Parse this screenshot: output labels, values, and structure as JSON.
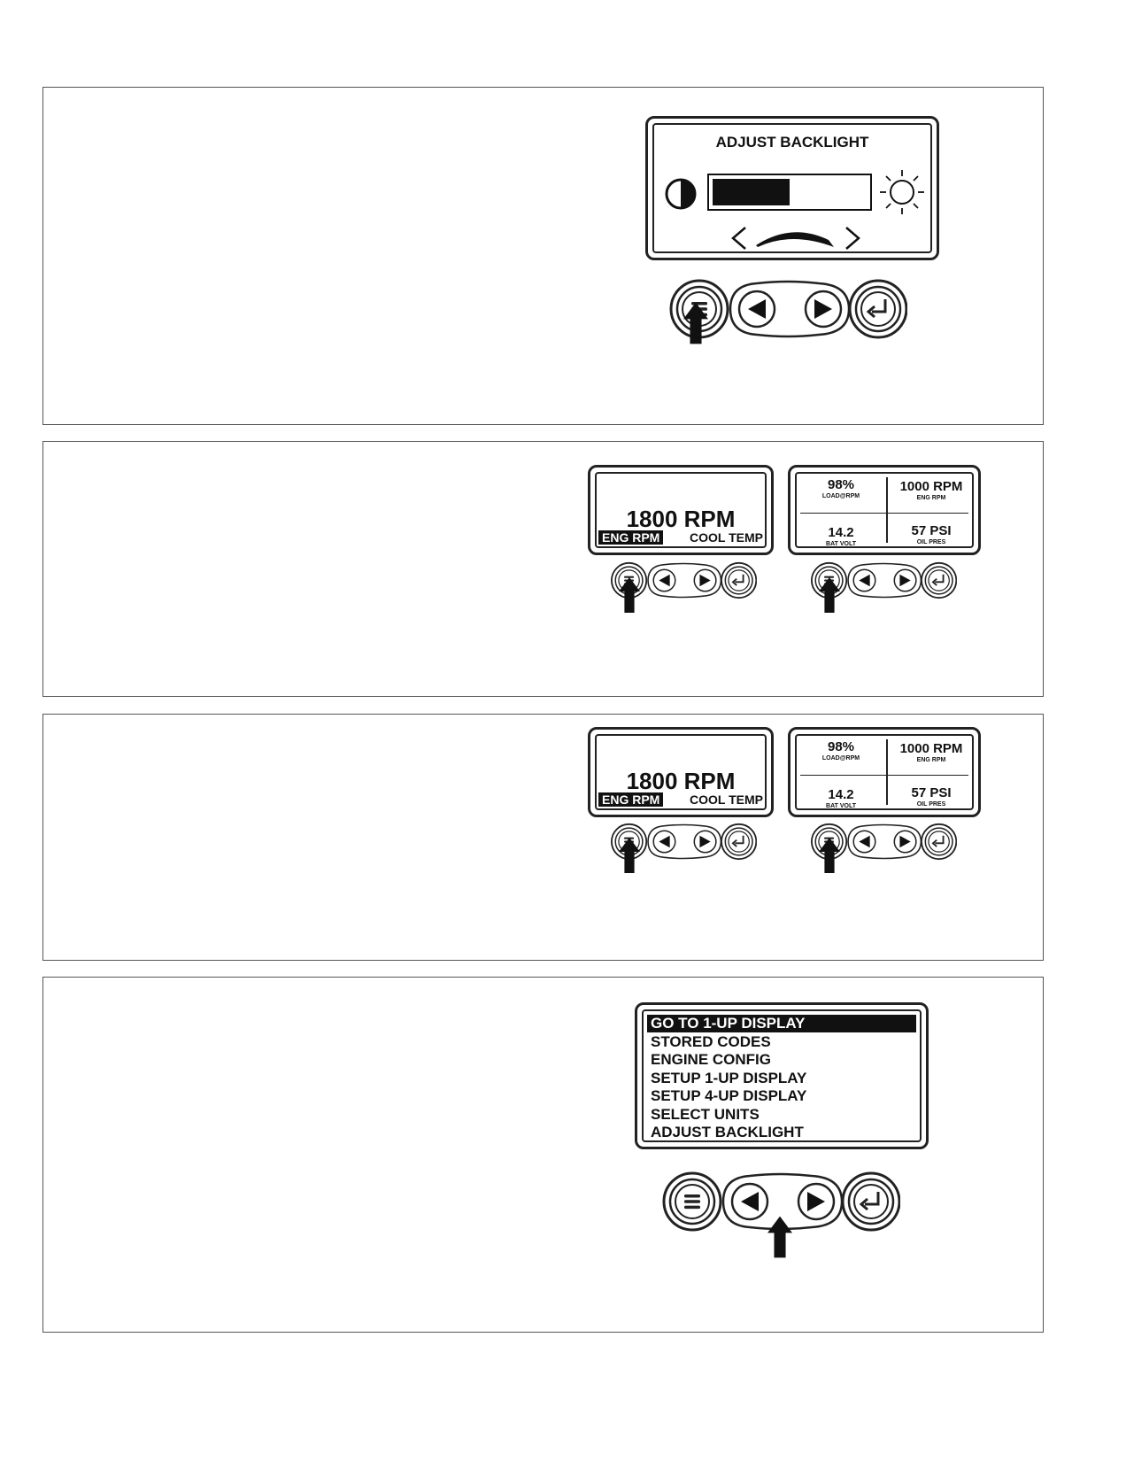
{
  "panel1": {
    "title": "ADJUST BACKLIGHT",
    "backlight_level": 0.5
  },
  "panel2": {
    "oneup": {
      "value": "1800 RPM",
      "left_tab": "ENG RPM",
      "right_tab": "COOL TEMP"
    },
    "fourup": [
      {
        "value": "98%",
        "label": "LOAD@RPM"
      },
      {
        "value": "1000 RPM",
        "label": "ENG RPM"
      },
      {
        "value": "14.2",
        "label": "BAT VOLT"
      },
      {
        "value": "57 PSI",
        "label": "OIL PRES"
      }
    ]
  },
  "panel3": {
    "oneup": {
      "value": "1800 RPM",
      "left_tab": "ENG RPM",
      "right_tab": "COOL TEMP"
    },
    "fourup": [
      {
        "value": "98%",
        "label": "LOAD@RPM"
      },
      {
        "value": "1000 RPM",
        "label": "ENG RPM"
      },
      {
        "value": "14.2",
        "label": "BAT VOLT"
      },
      {
        "value": "57 PSI",
        "label": "OIL PRES"
      }
    ]
  },
  "panel4": {
    "menu": [
      "GO TO 1-UP DISPLAY",
      "STORED CODES",
      "ENGINE CONFIG",
      "SETUP 1-UP DISPLAY",
      "SETUP 4-UP DISPLAY",
      "SELECT UNITS",
      "ADJUST BACKLIGHT"
    ],
    "selected_index": 0
  },
  "icons": [
    "menu-button-icon",
    "left-arrow-icon",
    "right-arrow-icon",
    "enter-icon",
    "half-moon-icon",
    "sun-icon",
    "pointer-arrow-icon"
  ]
}
